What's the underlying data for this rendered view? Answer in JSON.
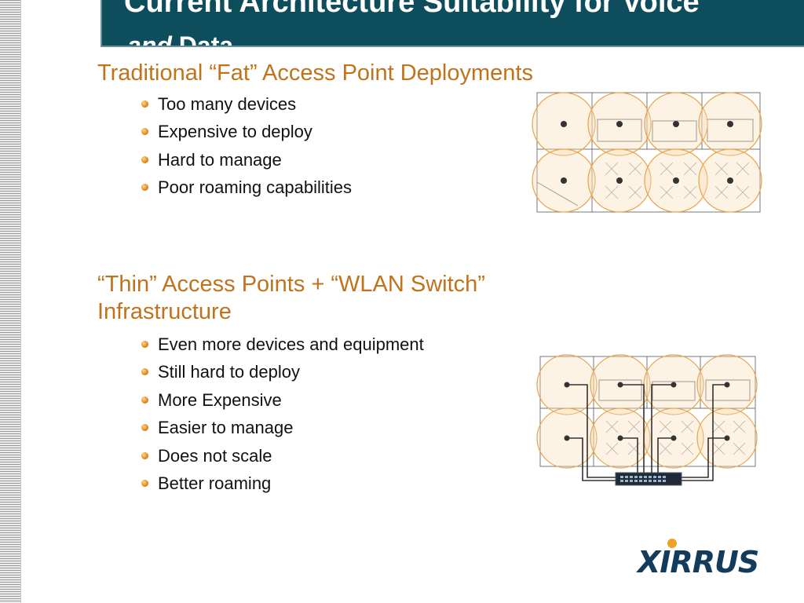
{
  "title": {
    "line1": "Current Architecture Suitability for Voice",
    "line2_italic": "and",
    "line2_rest": " Data"
  },
  "sections": [
    {
      "heading": "Traditional “Fat” Access Point Deployments",
      "bullets": [
        "Too many devices",
        "Expensive to deploy",
        "Hard to manage",
        "Poor roaming capabilities"
      ]
    },
    {
      "heading_line1": "“Thin” Access Points + “WLAN Switch”",
      "heading_line2": "Infrastructure",
      "bullets": [
        "Even more devices and equipment",
        "Still hard to deploy",
        "More Expensive",
        "Easier to manage",
        "Does not scale",
        "Better roaming"
      ]
    }
  ],
  "logo": {
    "text": "XIRRUS"
  },
  "colors": {
    "title_bg": "#0e4d5b",
    "heading": "#c0731c",
    "bullet": "#e0871c",
    "coverage": "#e8a24a"
  }
}
